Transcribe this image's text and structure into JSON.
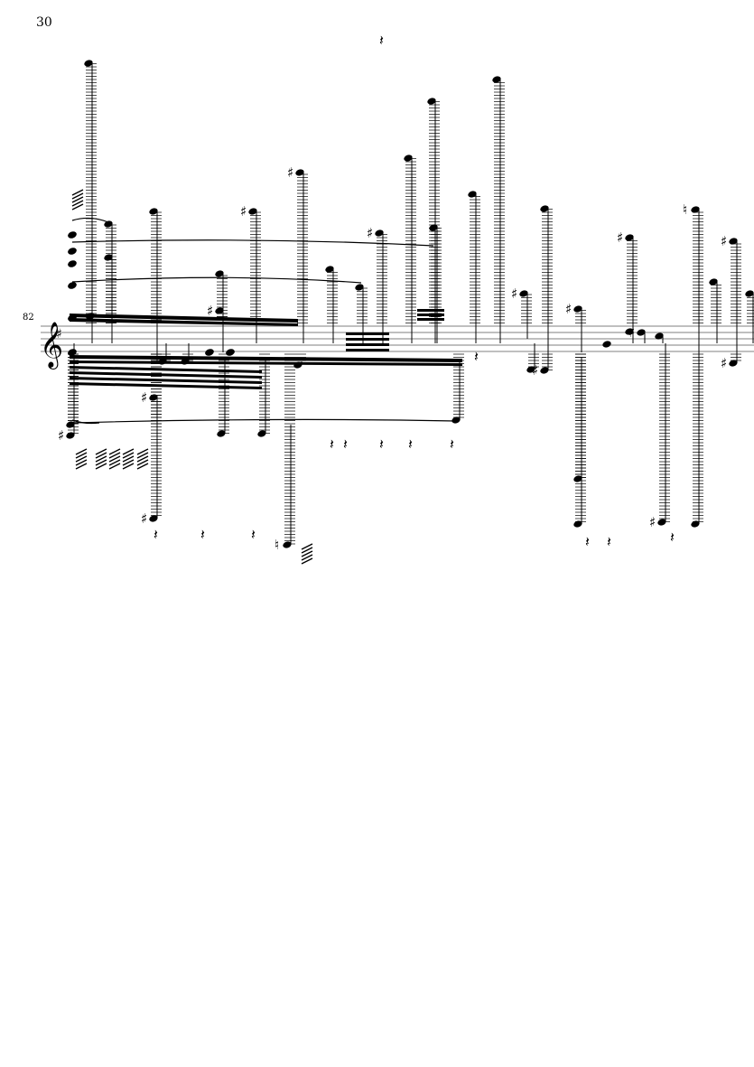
{
  "page": {
    "number": "30"
  },
  "system": {
    "measure_number": "82",
    "clef": "treble-clef-icon",
    "key_signature": "F# major-ish (1 sharp)"
  },
  "glyphs": {
    "sharp": "♯",
    "natural": "♮",
    "rest": "𝄽"
  }
}
